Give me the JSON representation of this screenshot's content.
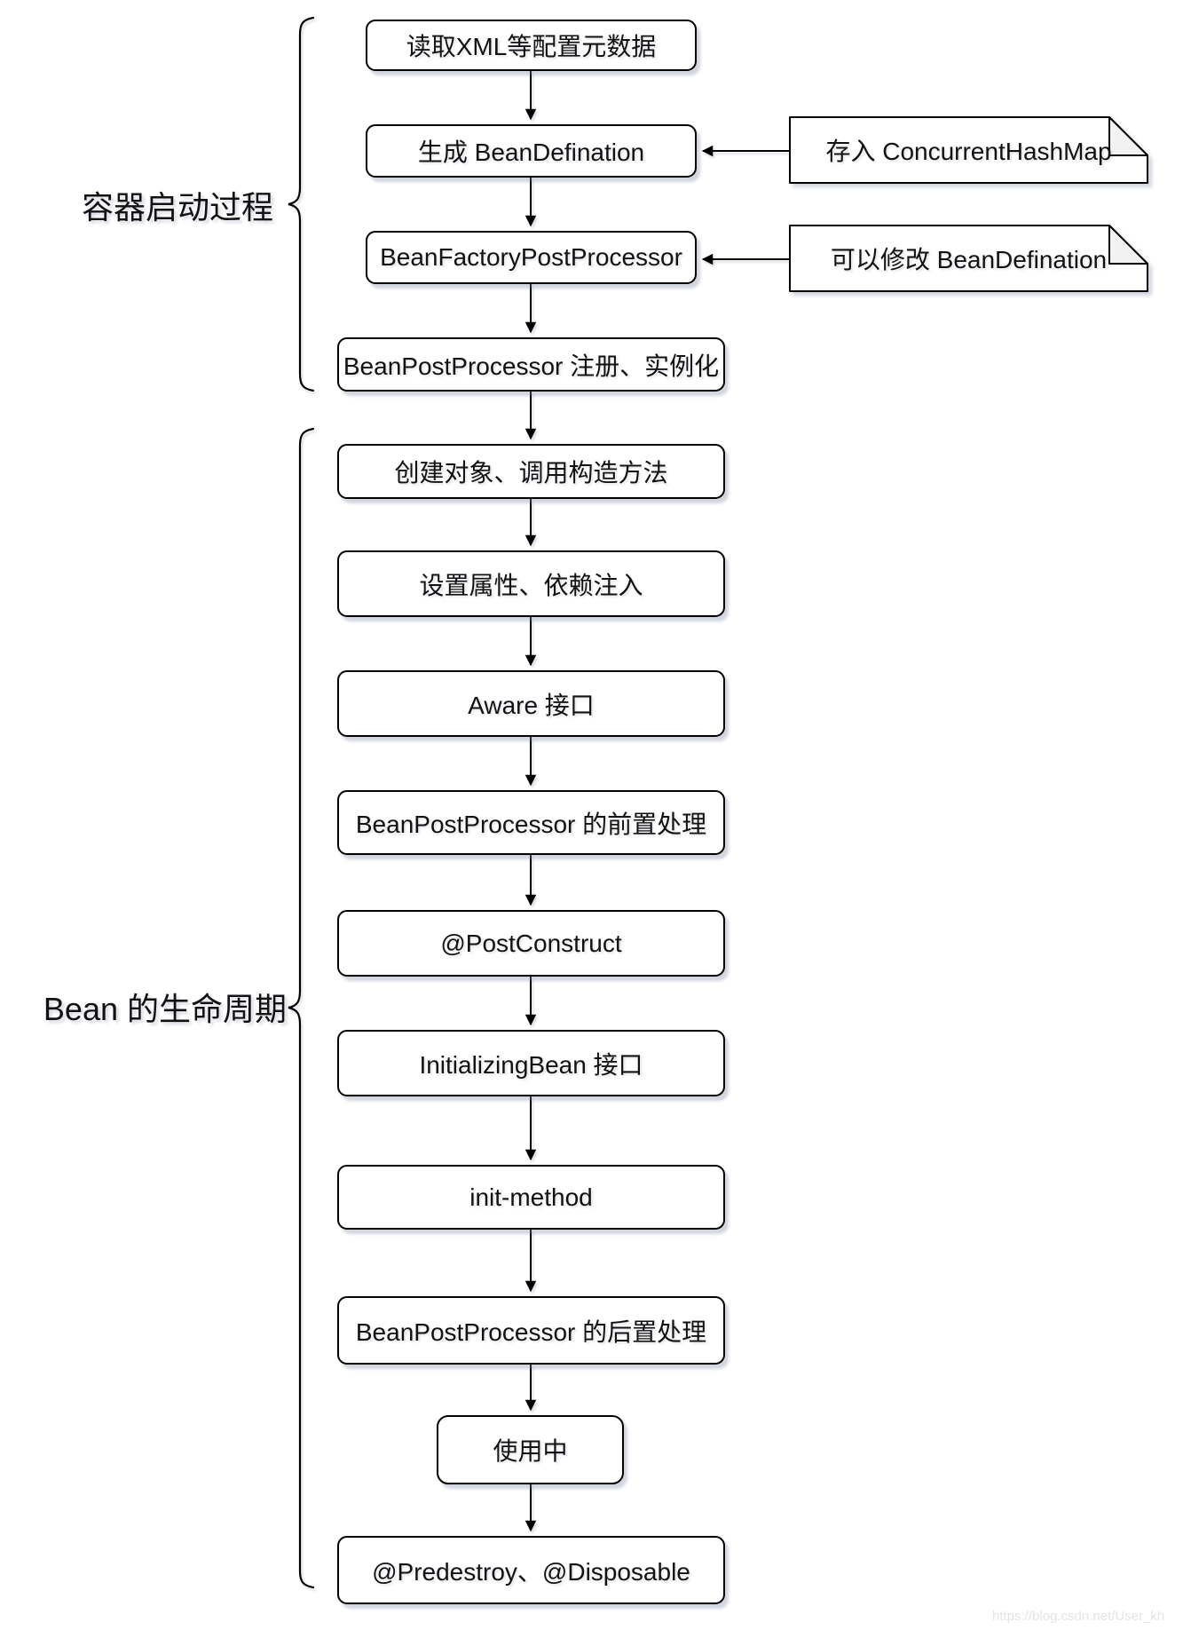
{
  "diagram": {
    "title_context": "Spring Bean lifecycle flowchart",
    "section_labels": {
      "startup": "容器启动过程",
      "lifecycle": "Bean 的生命周期"
    },
    "nodes": [
      {
        "label": "读取XML等配置元数据",
        "section": "容器启动过程"
      },
      {
        "label": "生成 BeanDefination",
        "section": "容器启动过程"
      },
      {
        "label": "BeanFactoryPostProcessor",
        "section": "容器启动过程"
      },
      {
        "label": "BeanPostProcessor 注册、实例化",
        "section": "容器启动过程"
      },
      {
        "label": "创建对象、调用构造方法",
        "section": "Bean 的生命周期"
      },
      {
        "label": "设置属性、依赖注入",
        "section": "Bean 的生命周期"
      },
      {
        "label": "Aware 接口",
        "section": "Bean 的生命周期"
      },
      {
        "label": "BeanPostProcessor 的前置处理",
        "section": "Bean 的生命周期"
      },
      {
        "label": "@PostConstruct",
        "section": "Bean 的生命周期"
      },
      {
        "label": "InitializingBean 接口",
        "section": "Bean 的生命周期"
      },
      {
        "label": "init-method",
        "section": "Bean 的生命周期"
      },
      {
        "label": "BeanPostProcessor 的后置处理",
        "section": "Bean 的生命周期"
      },
      {
        "label": "使用中",
        "section": "Bean 的生命周期"
      },
      {
        "label": "@Predestroy、@Disposable",
        "section": "Bean 的生命周期"
      }
    ],
    "notes": [
      {
        "text": "存入 ConcurrentHashMap",
        "points_to": "生成 BeanDefination"
      },
      {
        "text": "可以修改 BeanDefination",
        "points_to": "BeanFactoryPostProcessor"
      }
    ],
    "watermark": "https://blog.csdn.net/User_kh",
    "colors": {
      "stroke": "#000000",
      "shape_fill": "#ffffff",
      "note_fold_fill": "#f2f2f2",
      "shadow": "#7d87a5",
      "watermark_text": "#e4e4e8",
      "background": "#ffffff"
    }
  }
}
